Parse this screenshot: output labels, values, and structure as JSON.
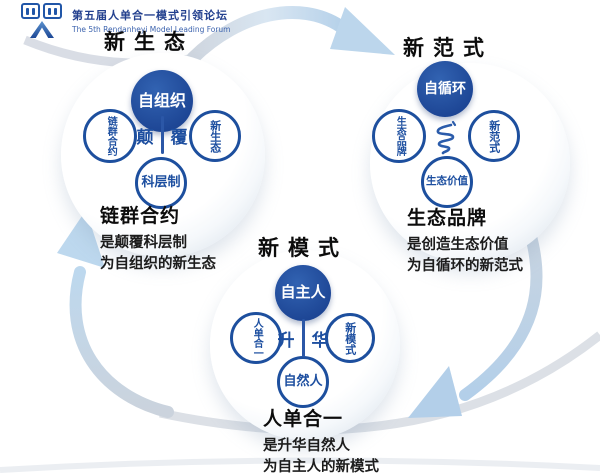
{
  "logo": {
    "title_cn": "第五届人单合一模式引领论坛",
    "title_en": "The 5th Rendanheyi Model Leading Forum"
  },
  "clusters": [
    {
      "header": "新生态",
      "nodes": {
        "top": "自组织",
        "left": "链群合约",
        "right": "新生态",
        "bottom": "科层制"
      },
      "center": {
        "left_char": "颠",
        "right_char": "覆"
      },
      "caption": {
        "title": "链群合约",
        "line1": "是颠覆科层制",
        "line2": "为自组织的新生态"
      }
    },
    {
      "header": "新范式",
      "nodes": {
        "top": "自循环",
        "left": "生态品牌",
        "right": "新范式",
        "bottom": "生态价值"
      },
      "center": {
        "icon": "spiral-icon"
      },
      "caption": {
        "title": "生态品牌",
        "line1": "是创造生态价值",
        "line2": "为自循环的新范式"
      }
    },
    {
      "header": "新模式",
      "nodes": {
        "top": "自主人",
        "left": "人单合一",
        "right": "新模式",
        "bottom": "自然人"
      },
      "center": {
        "left_char": "升",
        "right_char": "华"
      },
      "caption": {
        "title": "人单合一",
        "line1": "是升华自然人",
        "line2": "为自主人的新模式"
      }
    }
  ],
  "colors": {
    "primary_blue": "#1d4f9e",
    "solid_circle_blue": "#1f4b9c",
    "arrow_light_blue": "#b5d0e8",
    "swoosh_gray": "#ccd2dc",
    "text_black": "#111111"
  }
}
